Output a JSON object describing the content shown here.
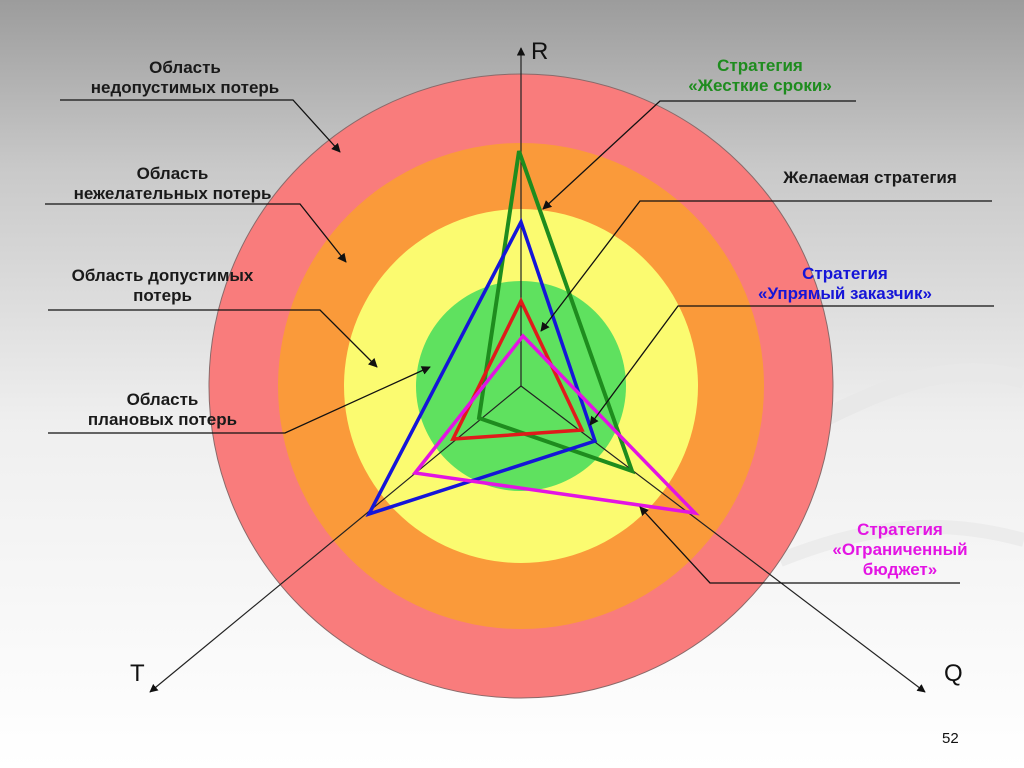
{
  "axes": {
    "r": "R",
    "t": "T",
    "q": "Q"
  },
  "zones": [
    {
      "key": "unacceptable",
      "label_line1": "Область",
      "label_line2": "недопустимых потерь",
      "color": "#f97c7c"
    },
    {
      "key": "undesirable",
      "label_line1": "Область",
      "label_line2": "нежелательных потерь",
      "color": "#fa9a3a"
    },
    {
      "key": "acceptable",
      "label_line1": "Область допустимых",
      "label_line2": "потерь",
      "color": "#fbfb70"
    },
    {
      "key": "planned",
      "label_line1": "Область",
      "label_line2": "плановых потерь",
      "color": "#5fe15f"
    }
  ],
  "strategies": [
    {
      "key": "hard_deadlines",
      "label_line1": "Стратегия",
      "label_line2": "«Жесткие сроки»",
      "color": "#1e8c1e"
    },
    {
      "key": "desired",
      "label_line1": "Желаемая стратегия",
      "color": "#e01b1b",
      "label_color": "#1a1a1a"
    },
    {
      "key": "stubborn_customer",
      "label_line1": "Стратегия",
      "label_line2": "«Упрямый заказчик»",
      "color": "#1515d8"
    },
    {
      "key": "limited_budget",
      "label_line1": "Стратегия",
      "label_line2": "«Ограниченный",
      "label_line3": "бюджет»",
      "color": "#e314e3"
    }
  ],
  "page_number": "52"
}
